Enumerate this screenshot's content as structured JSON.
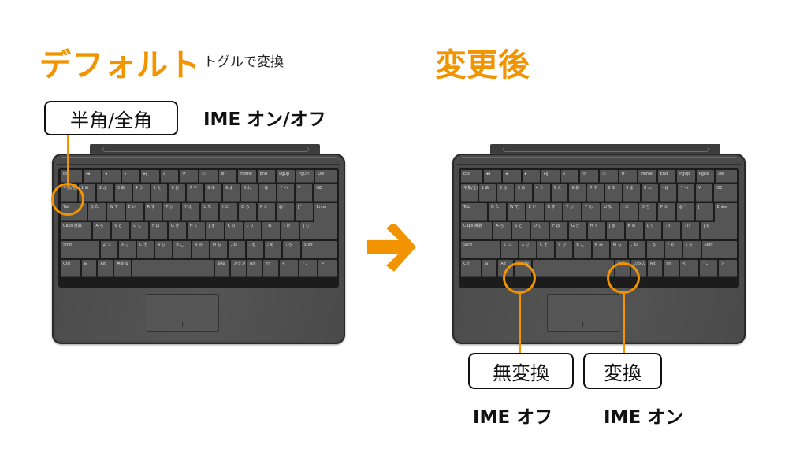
{
  "left": {
    "title": "デフォルト",
    "subtitle": "トグルで変換",
    "key_label": "半角/全角",
    "ime_label": "IME オン/オフ"
  },
  "right": {
    "title": "変更後",
    "callouts": [
      {
        "key_label": "無変換",
        "ime_label": "IME オフ"
      },
      {
        "key_label": "変換",
        "ime_label": "IME オン"
      }
    ]
  },
  "arrow": {
    "icon": "arrow-right-icon",
    "color": "#f29400"
  },
  "colors": {
    "accent": "#f29400",
    "keyboard": "#4a4a4a",
    "text": "#111111"
  },
  "keyboard": {
    "rows": [
      [
        "Esc",
        "◂◂",
        "◂",
        "▸",
        "▸‖",
        "⌕",
        "⟳",
        "▭",
        "⚙",
        "Home",
        "End",
        "PgUp",
        "PgDn",
        "Del"
      ],
      [
        "半角/全角",
        "1 ぬ",
        "2 ふ",
        "3 あ",
        "4 う",
        "5 え",
        "6 お",
        "7 や",
        "8 ゆ",
        "9 よ",
        "0 わ",
        "- ほ",
        "^ へ",
        "¥ ー",
        "⌫"
      ],
      [
        "Tab",
        "Q た",
        "W て",
        "E い",
        "R す",
        "T か",
        "Y ん",
        "U な",
        "I に",
        "O ら",
        "P せ",
        "@ ゛",
        "[ ゜",
        "Enter"
      ],
      [
        "Caps 英数",
        "A ち",
        "S と",
        "D し",
        "F は",
        "G き",
        "H く",
        "J ま",
        "K の",
        "L り",
        "; れ",
        ": け",
        "] む"
      ],
      [
        "Shift",
        "Z つ",
        "X さ",
        "C そ",
        "V ひ",
        "B こ",
        "N み",
        "M も",
        ", ね",
        ". る",
        "/ め",
        "\\ ろ",
        "Shift"
      ],
      [
        "Ctrl",
        "⊞",
        "Alt",
        "無変換",
        "",
        "変換",
        "カタカナ ひらがな",
        "Alt",
        "Fn",
        "<",
        "⌃⌄",
        ">"
      ]
    ]
  }
}
